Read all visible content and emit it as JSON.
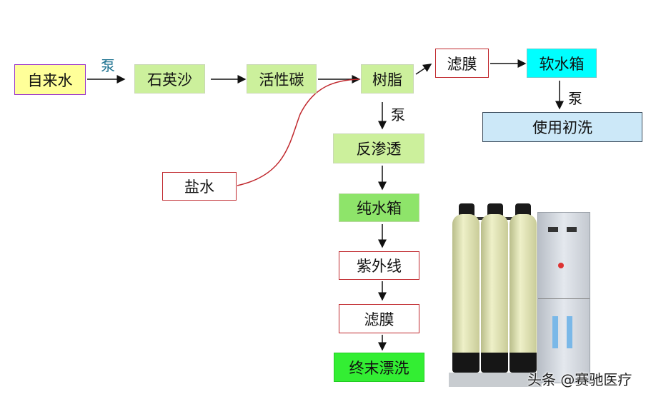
{
  "nodes": {
    "tap_water": "自来水",
    "quartz_sand": "石英沙",
    "activated_carbon": "活性碳",
    "resin": "树脂",
    "filter_top": "滤膜",
    "soft_water_tank": "软水箱",
    "use_prewash": "使用初洗",
    "brine": "盐水",
    "reverse_osmosis": "反渗透",
    "pure_water_tank": "纯水箱",
    "ultraviolet": "紫外线",
    "filter_bottom": "滤膜",
    "final_rinse": "终末漂洗"
  },
  "labels": {
    "pump_1": "泵",
    "pump_2": "泵",
    "pump_3": "泵"
  },
  "watermark": "头条 @赛驰医疗",
  "colors": {
    "tap_water_fill": "#ffff99",
    "tap_water_border": "#9933cc",
    "pump_1_text": "#1f7391",
    "soft_tank_fill": "#00ffff",
    "use_fill": "#cce8f8",
    "pure_tank_fill": "#8ee46a",
    "final_fill": "#33ee33",
    "red_border": "#c0282d"
  }
}
